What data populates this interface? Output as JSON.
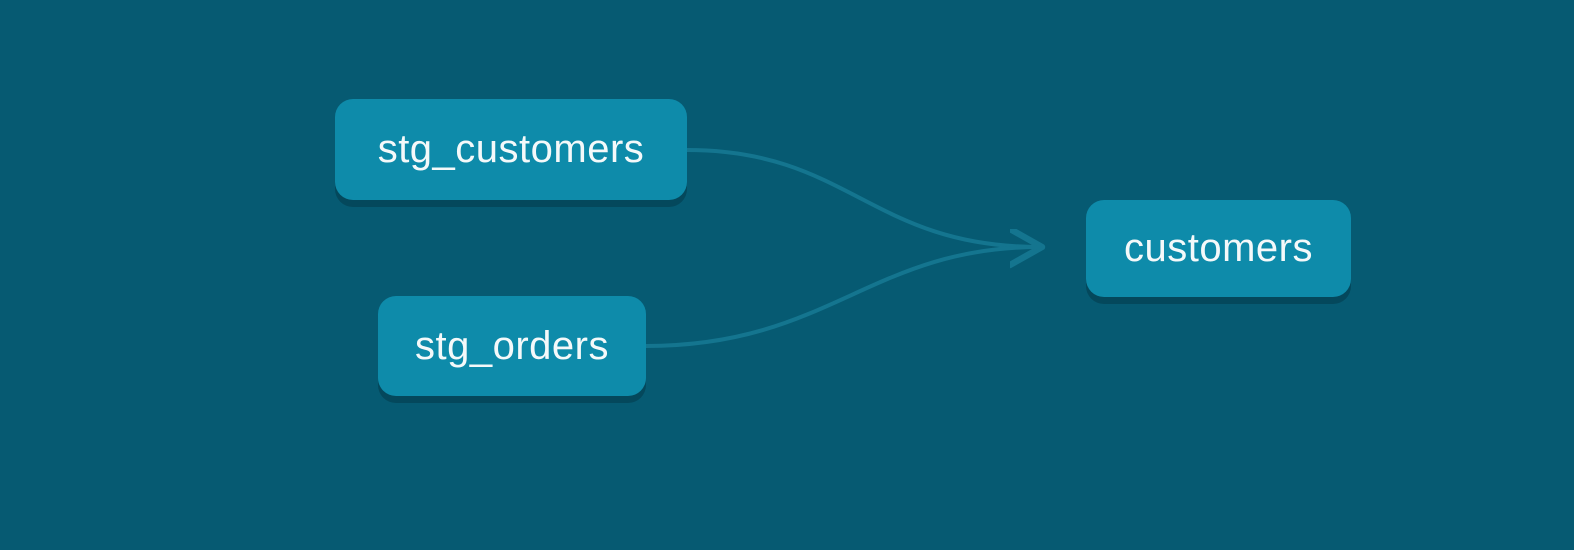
{
  "diagram": {
    "type": "lineage-graph",
    "background_color": "#065a72",
    "node_fill_color": "#0e8baa",
    "node_text_color": "#f4f9fa",
    "edge_color": "#14758f",
    "nodes": [
      {
        "id": "stg_customers",
        "label": "stg_customers"
      },
      {
        "id": "stg_orders",
        "label": "stg_orders"
      },
      {
        "id": "customers",
        "label": "customers"
      }
    ],
    "edges": [
      {
        "from": "stg_customers",
        "to": "customers"
      },
      {
        "from": "stg_orders",
        "to": "customers"
      }
    ]
  }
}
